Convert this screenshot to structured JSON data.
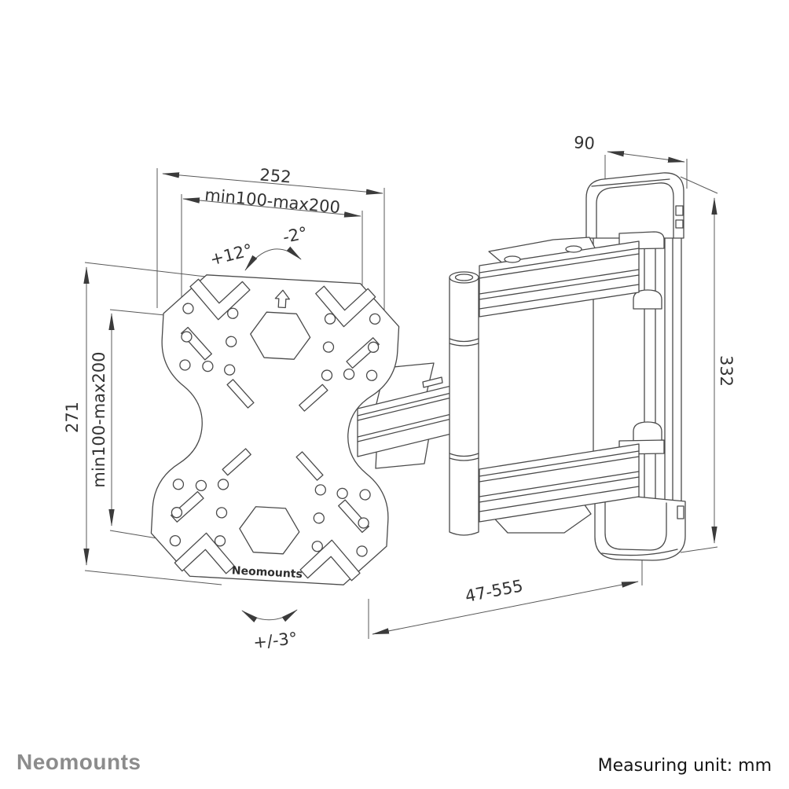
{
  "document": {
    "type": "product-dimension-drawing",
    "product": "full-motion TV wall mount"
  },
  "dimensions": {
    "plate_width": "252",
    "plate_vesa_width": "min100-max200",
    "plate_height": "271",
    "plate_vesa_height": "min100-max200",
    "wall_bracket_depth": "90",
    "wall_bracket_height": "332",
    "extension_range": "47-555"
  },
  "angles": {
    "tilt_up": "+12°",
    "tilt_down": "-2°",
    "rotation": "+/-3°"
  },
  "labels": {
    "plate_brand": "Neomounts"
  },
  "footer": {
    "brand": "Neomounts",
    "measuring_unit": "Measuring unit: mm"
  },
  "icons": {
    "orientation_arrow": "up-arrow-outline"
  },
  "colors": {
    "background": "#ffffff",
    "drawing_line": "#4a4a4a",
    "dimension_line": "#585858",
    "dimension_text": "#333333",
    "brand_gray": "#8c8c8c",
    "footer_text": "#161616"
  }
}
